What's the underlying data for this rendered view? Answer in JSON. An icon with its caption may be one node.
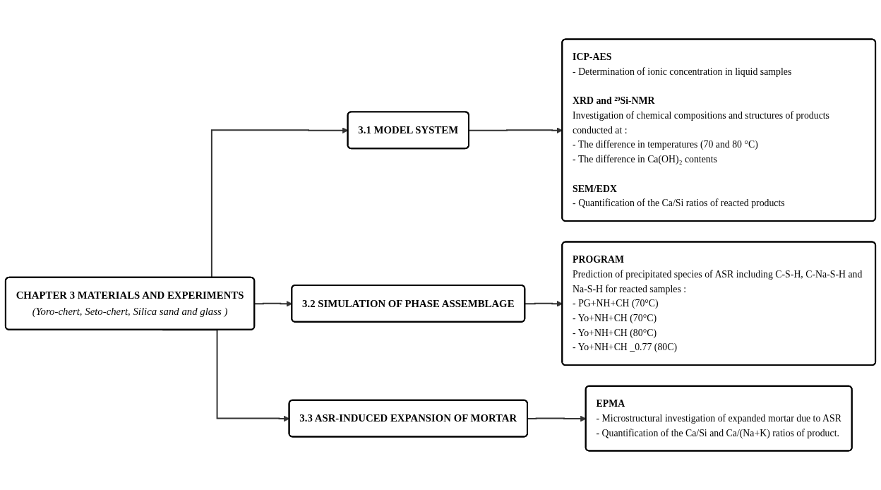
{
  "diagram": {
    "nodes": [
      {
        "text": [
          "CHAPTER 3 MATERIALS AND EXPERIMENTS",
          "(Yoro-chert, Seto-chert, Silica sand and glass )"
        ]
      },
      {
        "text": [
          "3.1 MODEL SYSTEM"
        ]
      },
      {
        "text": [
          "3.2 SIMULATION OF PHASE ASSEMBLAGE"
        ]
      },
      {
        "text": [
          "3.3 ASR-INDUCED EXPANSION OF MORTAR"
        ]
      },
      {
        "text": [
          "ICP-AES",
          "- Determination of ionic concentration in liquid samples",
          "XRD and ²⁹Si-NMR",
          "Investigation of chemical compositions and structures of products conducted at :",
          "- The difference in temperatures (70 and 80 °C)",
          "- The difference in Ca(OH)₂ contents",
          "SEM/EDX",
          "- Quantification of the Ca/Si ratios of reacted products"
        ]
      },
      {
        "text": [
          "PROGRAM",
          "Prediction of precipitated species of ASR including C-S-H, C-Na-S-H and Na-S-H for reacted samples :",
          "- PG+NH+CH (70°C)",
          "- Yo+NH+CH (70°C)",
          "- Yo+NH+CH (80°C)",
          "- Yo+NH+CH _0.77 (80C)"
        ]
      },
      {
        "text": [
          "EPMA",
          "- Microstructural investigation of expanded mortar due to ASR",
          "- Quantification of the Ca/Si and Ca/(Na+K) ratios of product."
        ]
      }
    ],
    "edges": [
      {
        "from": 0,
        "to": 1,
        "arrow": "to"
      },
      {
        "from": 0,
        "to": 2,
        "arrow": "to"
      },
      {
        "from": 0,
        "to": 3,
        "arrow": "to"
      },
      {
        "from": 1,
        "to": 4,
        "arrow": "to"
      },
      {
        "from": 2,
        "to": 5,
        "arrow": "to"
      },
      {
        "from": 3,
        "to": 6,
        "arrow": "to"
      }
    ]
  }
}
